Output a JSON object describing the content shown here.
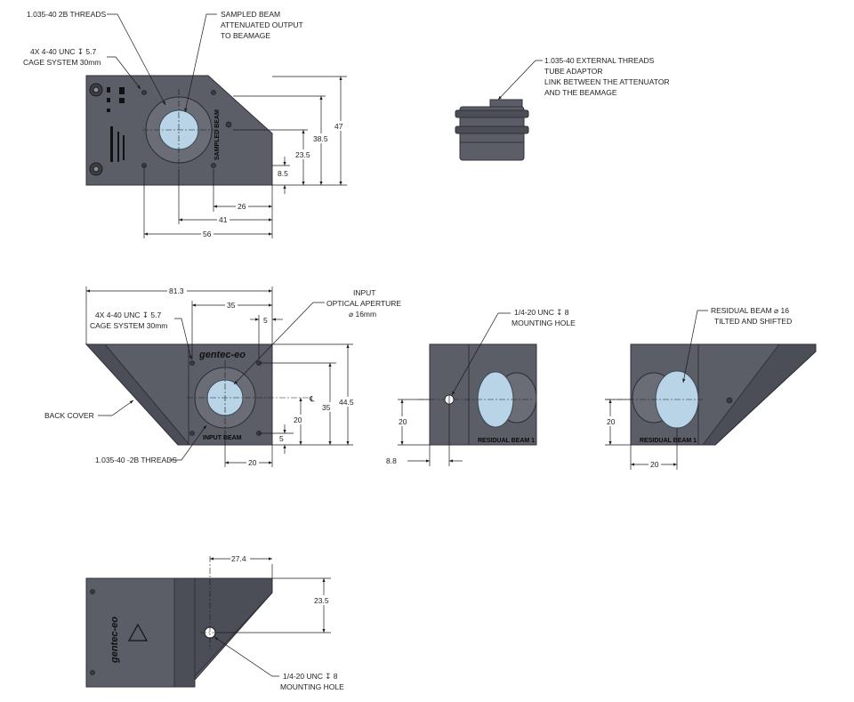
{
  "views": {
    "top": {
      "notes": {
        "threads": "1.035-40 2B THREADS",
        "sampled_1": "SAMPLED BEAM",
        "sampled_2": "ATTENUATED OUTPUT",
        "sampled_3": "TO BEAMAGE",
        "cage_1": "4X 4-40 UNC ↧ 5.7",
        "cage_2": "CAGE SYSTEM 30mm"
      },
      "engraving": "SAMPLED BEAM",
      "dims": {
        "d47": "47",
        "d38_5": "38.5",
        "d23_5": "23.5",
        "d8_5": "8.5",
        "d26": "26",
        "d41": "41",
        "d56": "56"
      }
    },
    "adaptor": {
      "note_1": "1.035-40 EXTERNAL THREADS",
      "note_2": "TUBE ADAPTOR",
      "note_3": "LINK BETWEEN THE ATTENUATOR",
      "note_4": "AND THE BEAMAGE"
    },
    "front": {
      "brand": "gentec-eo",
      "engraving": "INPUT BEAM",
      "notes": {
        "cage_1": "4X 4-40 UNC ↧ 5.7",
        "cage_2": "CAGE SYSTEM 30mm",
        "input_1": "INPUT",
        "input_2": "OPTICAL APERTURE",
        "input_3": "⌀ 16mm",
        "back_cover": "BACK COVER",
        "threads": "1.035-40 -2B THREADS",
        "cl": "℄"
      },
      "dims": {
        "d81_3": "81.3",
        "d35_top": "35",
        "d5_top": "5",
        "d44_5": "44.5",
        "d35_side": "35",
        "d20_side": "20",
        "d5_low": "5",
        "d20_bottom": "20"
      }
    },
    "side": {
      "notes": {
        "mount_1": "1/4-20 UNC ↧ 8",
        "mount_2": "MOUNTING HOLE"
      },
      "engraving": "RESIDUAL BEAM 1",
      "dims": {
        "d20": "20",
        "d8_8": "8.8"
      }
    },
    "residual": {
      "notes": {
        "res_1": "RESIDUAL BEAM ⌀ 16",
        "res_2": "TILTED AND SHIFTED"
      },
      "engraving": "RESIDUAL BEAM 1",
      "dims": {
        "d20_side": "20",
        "d20_bottom": "20"
      }
    },
    "bottom": {
      "brand": "gentec-eo",
      "notes": {
        "mount_1": "1/4-20 UNC ↧ 8",
        "mount_2": "MOUNTING HOLE"
      },
      "dims": {
        "d27_4": "27.4",
        "d23_5": "23.5"
      }
    }
  },
  "colors": {
    "body": "#5b5d67",
    "lens": "#b8d4e6",
    "line": "#1c1c1c"
  }
}
